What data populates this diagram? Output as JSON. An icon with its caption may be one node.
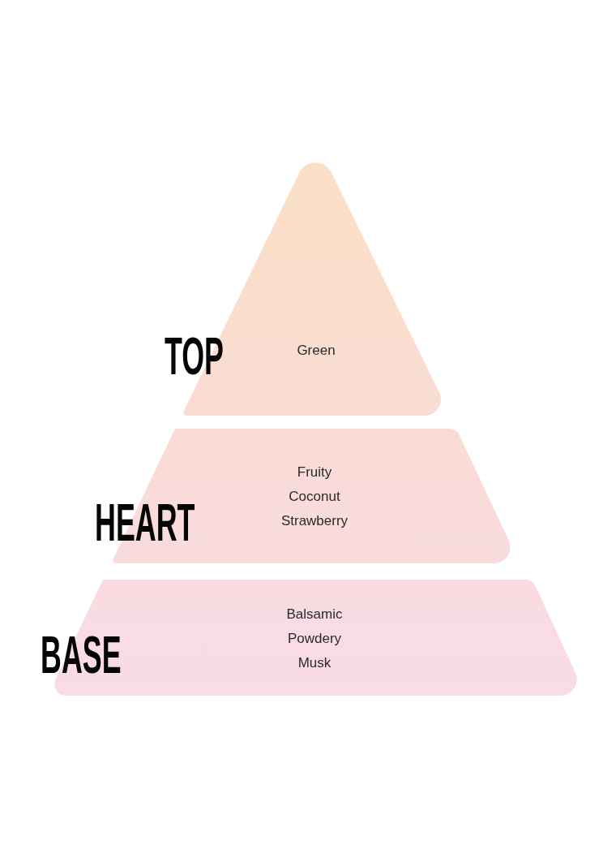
{
  "diagram": {
    "nodes": [
      {
        "text": [
          "TOP",
          "Green"
        ]
      },
      {
        "text": [
          "HEART",
          "Fruity",
          "Coconut",
          "Strawberry"
        ]
      },
      {
        "text": [
          "BASE",
          "Balsamic",
          "Powdery",
          "Musk"
        ]
      }
    ]
  }
}
